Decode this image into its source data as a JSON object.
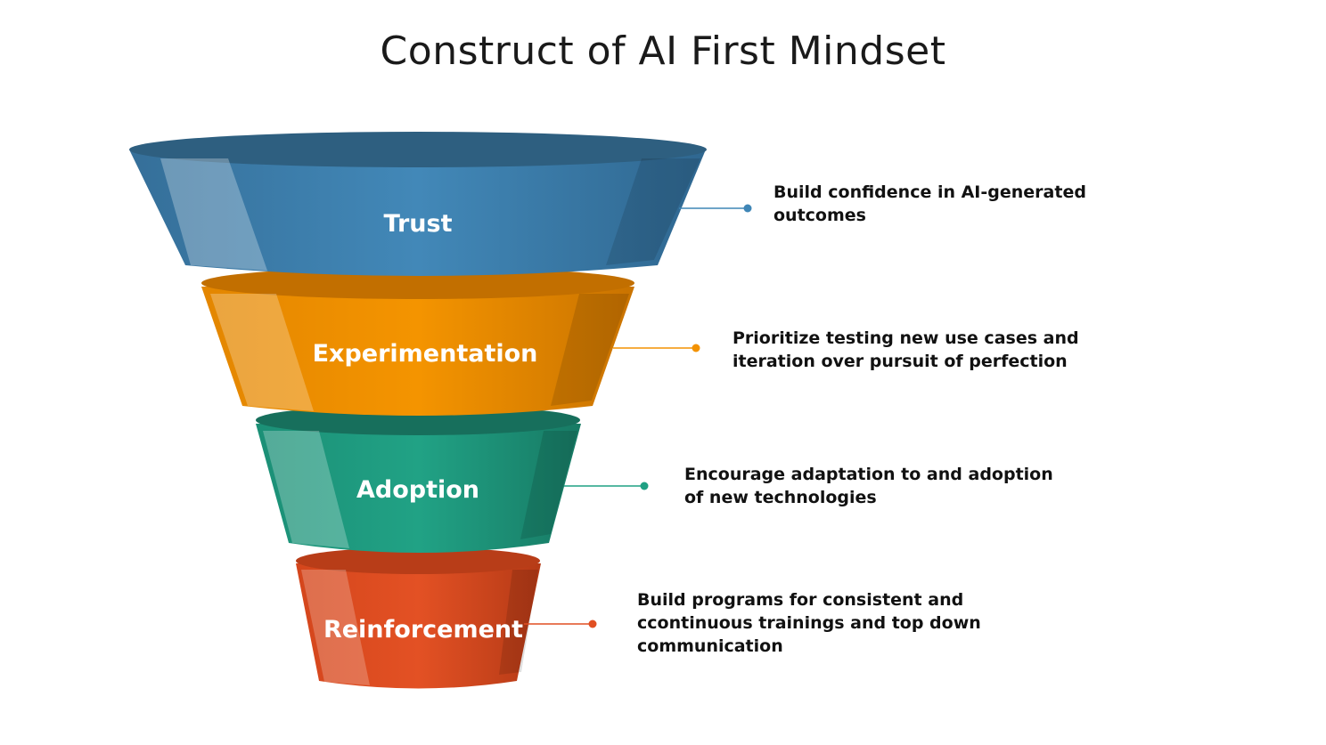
{
  "title": "Construct of AI First Mindset",
  "colors": {
    "trust": "#3f86b6",
    "experimentation": "#f39200",
    "adoption": "#1fa083",
    "reinforcement": "#e14f22"
  },
  "stages": [
    {
      "label": "Trust",
      "color": "#3f86b6",
      "description_lines": [
        "Build confidence in AI-generated",
        "outcomes"
      ]
    },
    {
      "label": "Experimentation",
      "color": "#f39200",
      "description_lines": [
        "Prioritize testing new use cases and",
        "iteration over pursuit of perfection"
      ]
    },
    {
      "label": "Adoption",
      "color": "#1fa083",
      "description_lines": [
        "Encourage adaptation to  and adoption",
        "of new technologies"
      ]
    },
    {
      "label": "Reinforcement",
      "color": "#e14f22",
      "description_lines": [
        "Build programs for consistent and",
        "ccontinuous trainings and top down",
        "communication"
      ]
    }
  ]
}
